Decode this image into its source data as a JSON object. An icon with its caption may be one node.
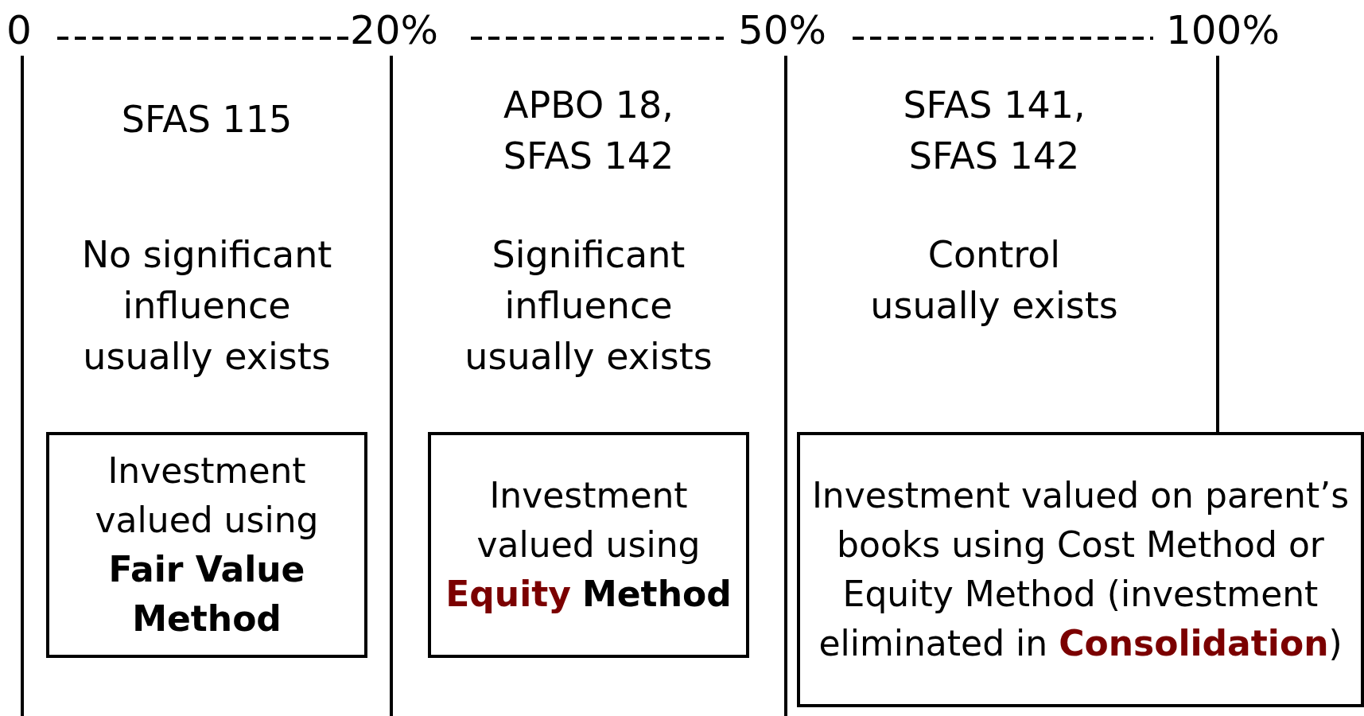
{
  "diagram": {
    "nodes": [
      {
        "text": [
          "Investment valued using **Fair Value Method**"
        ]
      },
      {
        "text": [
          "Investment valued using **Equity** **Method**"
        ]
      },
      {
        "text": [
          "Investment valued on parent’s books using Cost Method or Equity Method (investment eliminated in **Consolidation**)"
        ]
      }
    ],
    "labels": [
      "0",
      "20%",
      "50%",
      "100%",
      "SFAS 115",
      "No significant influence usually exists",
      "APBO 18, SFAS 142",
      "Significant influence usually exists",
      "SFAS 141, SFAS 142",
      "Control usually exists"
    ]
  }
}
